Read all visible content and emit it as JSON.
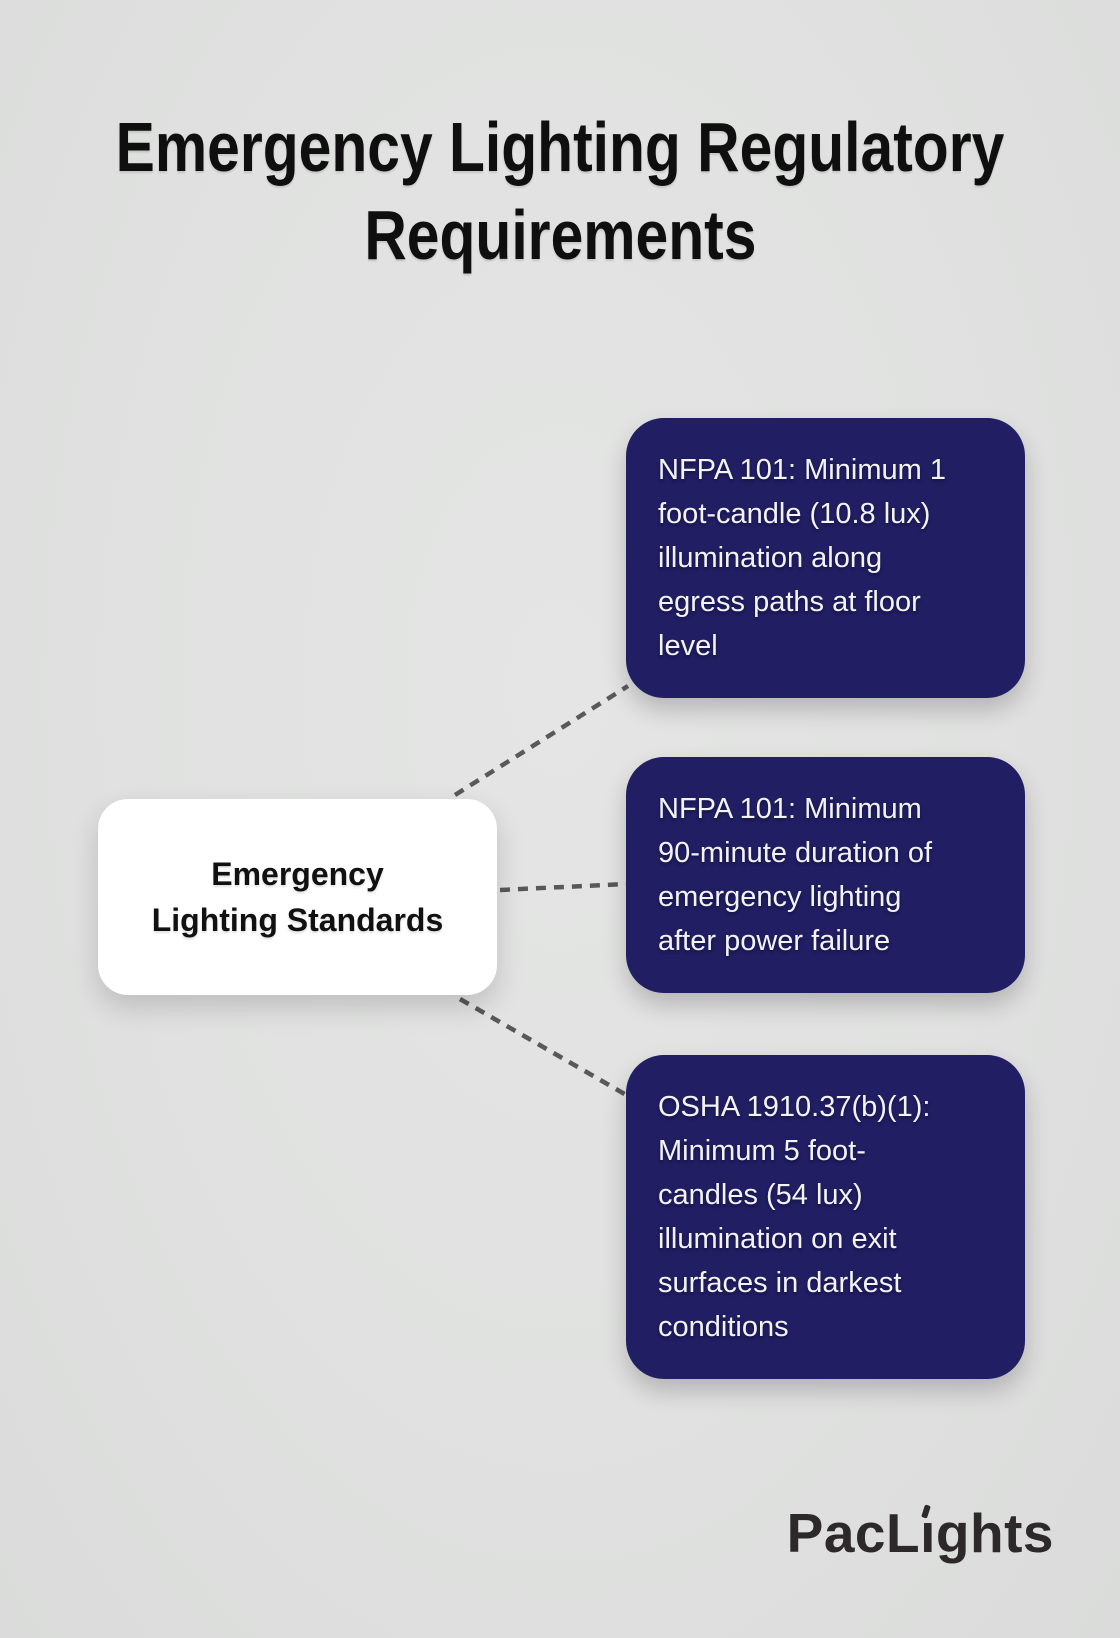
{
  "title": {
    "text": "Emergency Lighting Regulatory Requirements",
    "lines": [
      "Emergency Lighting Regulatory",
      "Requirements"
    ]
  },
  "center_node": {
    "text": "Emergency Lighting Standards",
    "lines": [
      "Emergency",
      "Lighting Standards"
    ]
  },
  "cards": [
    {
      "text": "NFPA 101: Minimum 1 foot-candle (10.8 lux) illumination along egress paths at floor level",
      "lines": [
        "NFPA 101: Minimum 1",
        "foot-candle (10.8 lux)",
        "illumination along",
        "egress paths at floor",
        "level"
      ]
    },
    {
      "text": "NFPA 101: Minimum 90-minute duration of emergency lighting after power failure",
      "lines": [
        "NFPA 101: Minimum",
        "90-minute duration of",
        "emergency lighting",
        "after power failure"
      ]
    },
    {
      "text": "OSHA 1910.37(b)(1): Minimum 5 foot-candles (54 lux) illumination on exit surfaces in darkest conditions",
      "lines": [
        "OSHA 1910.37(b)(1):",
        "Minimum 5 foot-",
        "candles (54 lux)",
        "illumination on exit",
        "surfaces in darkest",
        "conditions"
      ]
    }
  ],
  "brand": {
    "name": "PacLights",
    "prefix": "PacL",
    "dotless_i": "ı",
    "suffix": "ghts"
  },
  "colors": {
    "background": "#e0e1e0",
    "card_background": "#211e63",
    "card_text": "#f3f3f6",
    "center_node_background": "#ffffff",
    "title_text": "#0f0f0f",
    "connector": "#595959",
    "brand_text": "#2d292b"
  }
}
